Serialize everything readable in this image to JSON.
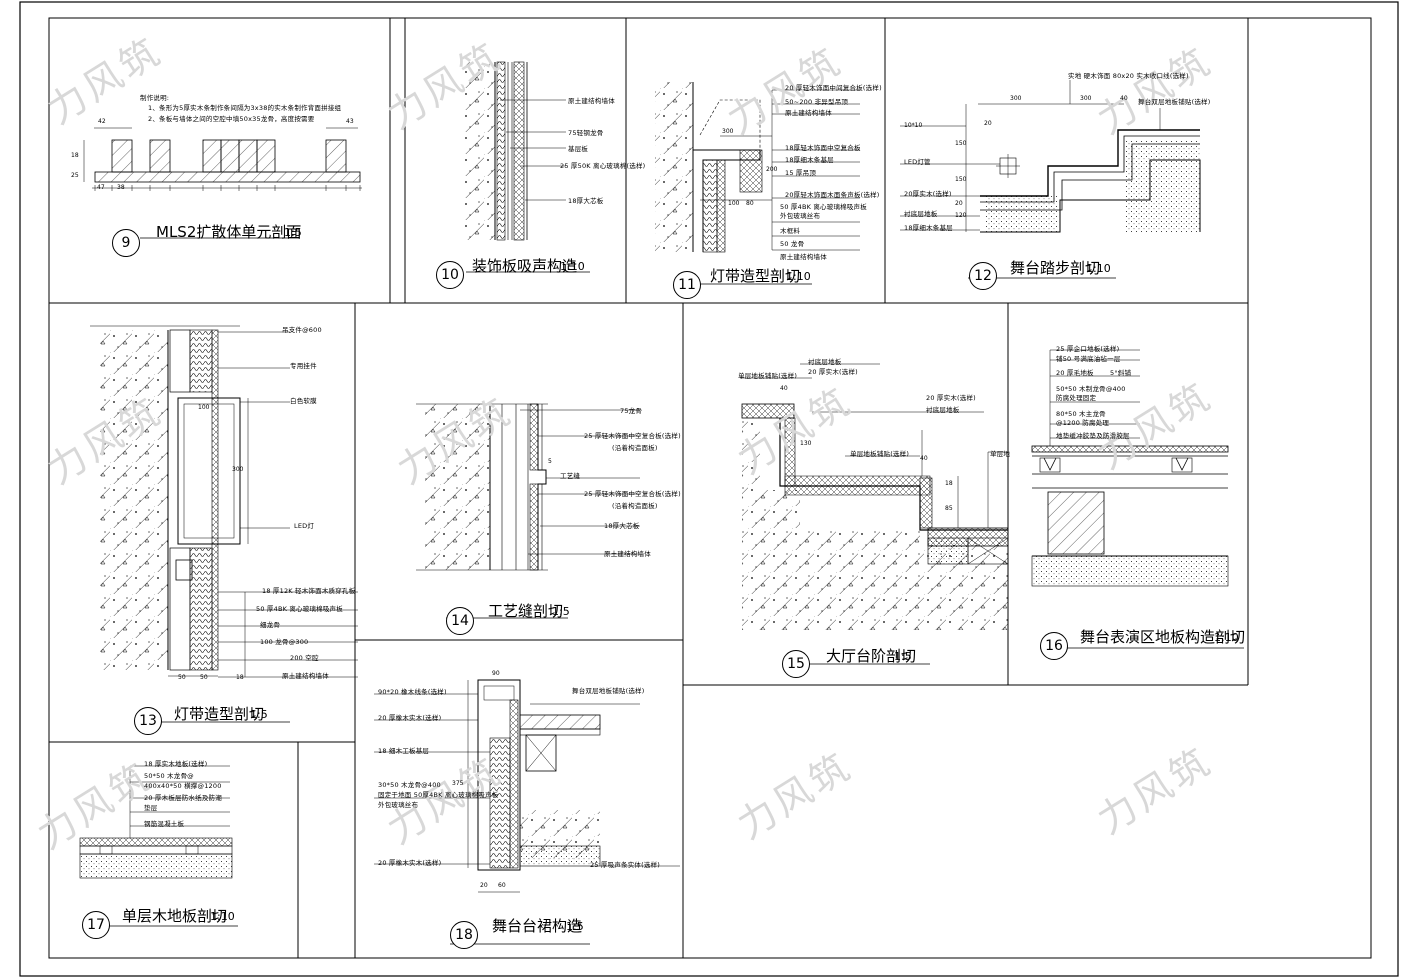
{
  "watermark": "力风筑",
  "details": {
    "d9": {
      "num": "9",
      "title": "MLS2扩散体单元剖面",
      "scale": "1:5",
      "notes": [
        "制作说明:",
        "1、条形为5厚实木条制作条间隔为3x38的实木条制作背面拼接组",
        "2、条板与墙体之间的空腔中填50x35龙骨，高度按需要"
      ],
      "dims": [
        "42",
        "43",
        "18",
        "25",
        "47",
        "38"
      ]
    },
    "d10": {
      "num": "10",
      "title": "装饰板吸声构造",
      "scale": "1:10",
      "notes": [
        "原土建结构墙体",
        "75轻钢龙骨",
        "基层板",
        "25 厚50K 离心玻璃棉(选样)",
        "18厚大芯板"
      ]
    },
    "d11": {
      "num": "11",
      "title": "灯带造型剖切",
      "scale": "1:10",
      "notes": [
        "20 厚轻木饰面中间复合板(选样)",
        "50~200 非异型吊顶",
        "原土建结构墙体",
        "18厚轻木饰面中空复合板",
        "18厚细木条基层",
        "15 厚吊顶",
        "20厚轻木饰面木面条声板(选样)",
        "50 厚4BK 离心玻璃棉吸声板",
        "外包玻璃丝布",
        "木框料",
        "50 龙骨",
        "原土建结构墙体"
      ],
      "dims": [
        "300",
        "200",
        "100",
        "80"
      ]
    },
    "d12": {
      "num": "12",
      "title": "舞台踏步剖切",
      "scale": "1:10",
      "notes": [
        "实地 硬木饰面 80x20  实木收口线(选样)",
        "舞台双层地板铺贴(选样)",
        "LED灯管",
        "20厚实木(选样)",
        "衬底层地板",
        "18厚细木条基层"
      ],
      "dims": [
        "300",
        "40",
        "150",
        "150",
        "10*10",
        "20",
        "120",
        "20"
      ]
    },
    "d13": {
      "num": "13",
      "title": "灯带造型剖切",
      "scale": "1:5",
      "notes": [
        "吊支件@600",
        "专用挂件",
        "白色软膜",
        "LED灯",
        "18 厚12K 轻木饰面木质穿孔板",
        "50 厚4BK 离心玻璃棉吸声板",
        "细龙骨",
        "100 龙骨@300",
        "200 空腔",
        "原土建结构墙体"
      ],
      "dims": [
        "100",
        "300",
        "50",
        "50",
        "18"
      ]
    },
    "d14": {
      "num": "14",
      "title": "工艺缝剖切",
      "scale": "1:5",
      "notes": [
        "75龙骨",
        "25 厚轻木饰面中空复合板(选样)",
        "(沿着构造面板)",
        "工艺缝",
        "25 厚轻木饰面中空复合板(选样)",
        "(沿着构造面板)",
        "18厚大芯板",
        "原土建结构墙体"
      ],
      "dims": [
        "5"
      ]
    },
    "d15": {
      "num": "15",
      "title": "大厅台阶剖切",
      "scale": "1:5",
      "notes": [
        "单层地板铺贴(选样)",
        "衬底层地板",
        "20 厚实木(选样)",
        "20 厚实木(选样)",
        "衬底层地板",
        "单层地板铺贴(选样)",
        "单层地"
      ],
      "dims": [
        "40",
        "130",
        "40",
        "85",
        "18"
      ]
    },
    "d16": {
      "num": "16",
      "title": "舞台表演区地板构造剖切",
      "scale": "1:10",
      "notes": [
        "25 厚企口地板(选样)",
        "铺50 号满底油毡一层",
        "20 厚毛地板",
        "5°斜铺",
        "50*50 木制龙骨@400",
        "防腐处理固定",
        "80*50 木主龙骨",
        "@1200 防腐处理",
        "地垫缓冲胶垫及防滑胶层"
      ]
    },
    "d17": {
      "num": "17",
      "title": "单层木地板剖切",
      "scale": "1:10",
      "notes": [
        "18 厚实木地板(选样)",
        "50*50 木龙骨@",
        "400x40*50 横撑@1200",
        "20 厚木板层防水纸及防潮",
        "垫层",
        "钢筋混凝土板"
      ]
    },
    "d18": {
      "num": "18",
      "title": "舞台台裙构造",
      "scale": "1:5",
      "notes": [
        "舞台双层地板铺贴(选样)",
        "90*20 橡木线条(选样)",
        "20 厚橡木实木(选样)",
        "18 细木工板基层",
        "30*50 木龙骨@400",
        "固定于地面 50厚4BK 离心玻璃棉吸声板",
        "外包玻璃丝布",
        "20 厚橡木实木(选样)",
        "25 厚吸声条实体(选样)"
      ],
      "dims": [
        "90",
        "375",
        "20",
        "60"
      ]
    }
  }
}
